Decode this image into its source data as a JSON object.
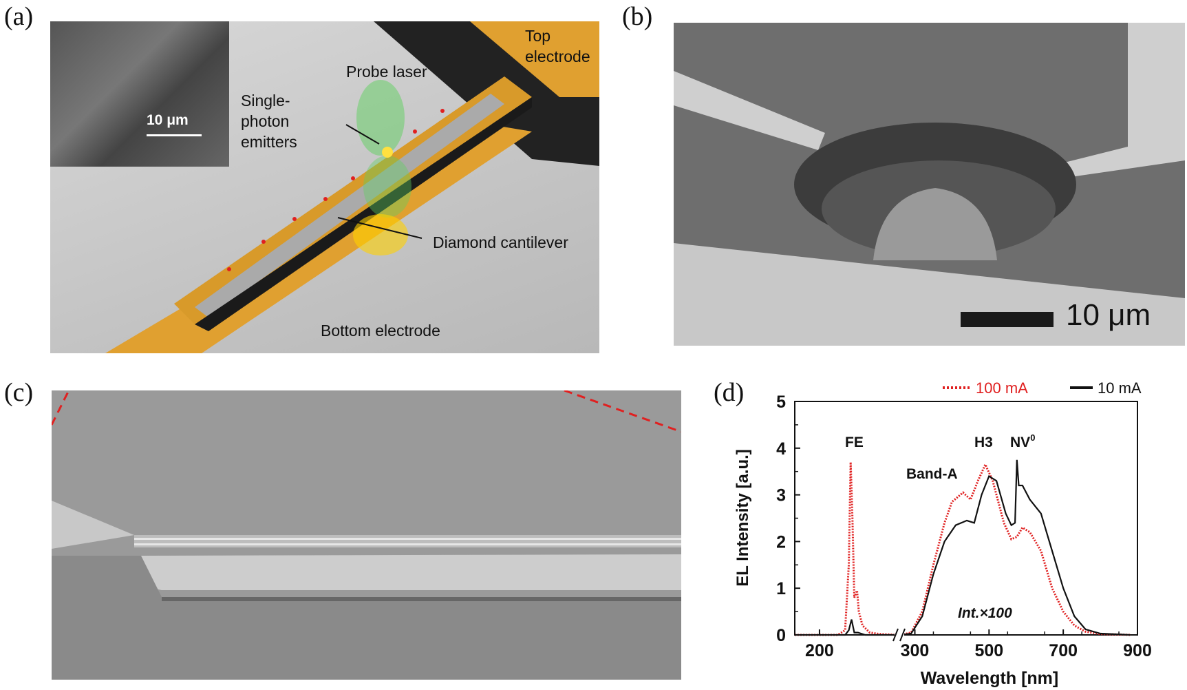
{
  "panels": {
    "a": {
      "label": "(a)",
      "inset_scale_bar": "10 μm",
      "annotations": {
        "top_electrode": "Top electrode",
        "probe_laser": "Probe laser",
        "single_photon_emitters": "Single-photon emitters",
        "diamond_cantilever": "Diamond cantilever",
        "bottom_electrode": "Bottom electrode"
      }
    },
    "b": {
      "label": "(b)",
      "scale_bar": "10 μm"
    },
    "c": {
      "label": "(c)"
    },
    "d": {
      "label": "(d)"
    }
  },
  "colors": {
    "red_series": "#e02020",
    "black_series": "#111111",
    "electrode_gold": "#e0a030"
  },
  "chart_data": {
    "type": "line",
    "xlabel": "Wavelength [nm]",
    "ylabel": "EL Intensity [a.u.]",
    "ylim": [
      0,
      5
    ],
    "yticks": [
      "0",
      "1",
      "2",
      "3",
      "4",
      "5"
    ],
    "x_axis_break": true,
    "x_segments": [
      [
        173,
        285
      ],
      [
        262,
        900
      ]
    ],
    "xticks_left": [
      "200"
    ],
    "xticks_right": [
      "300",
      "500",
      "700",
      "900"
    ],
    "legend": {
      "placement": "top-right",
      "entries": [
        "100 mA",
        "10 mA"
      ]
    },
    "annotations": {
      "fe": "FE",
      "band_a": "Band-A",
      "h3": "H3",
      "nv0": "NV",
      "nv0_sup": "0",
      "scale_note": "Int.×100"
    },
    "series": [
      {
        "name": "100 mA",
        "style": "dotted",
        "color": "#e02020",
        "left": [
          [
            173,
            0
          ],
          [
            220,
            0
          ],
          [
            228,
            0.1
          ],
          [
            232,
            1.5
          ],
          [
            234,
            3.7
          ],
          [
            236,
            2.5
          ],
          [
            238,
            0.8
          ],
          [
            241,
            0.95
          ],
          [
            243,
            0.5
          ],
          [
            247,
            0.2
          ],
          [
            255,
            0.05
          ],
          [
            265,
            0.02
          ],
          [
            285,
            0
          ]
        ],
        "right": [
          [
            262,
            0
          ],
          [
            290,
            0.05
          ],
          [
            320,
            0.5
          ],
          [
            350,
            1.5
          ],
          [
            380,
            2.4
          ],
          [
            400,
            2.85
          ],
          [
            430,
            3.05
          ],
          [
            450,
            2.9
          ],
          [
            470,
            3.3
          ],
          [
            490,
            3.65
          ],
          [
            510,
            3.3
          ],
          [
            540,
            2.4
          ],
          [
            560,
            2.05
          ],
          [
            575,
            2.1
          ],
          [
            590,
            2.3
          ],
          [
            610,
            2.2
          ],
          [
            640,
            1.8
          ],
          [
            670,
            1.0
          ],
          [
            700,
            0.5
          ],
          [
            730,
            0.2
          ],
          [
            760,
            0.07
          ],
          [
            800,
            0.02
          ],
          [
            880,
            0
          ]
        ]
      },
      {
        "name": "10 mA",
        "style": "solid",
        "color": "#111111",
        "left": [
          [
            173,
            0
          ],
          [
            228,
            0
          ],
          [
            232,
            0.1
          ],
          [
            235,
            0.33
          ],
          [
            238,
            0.05
          ],
          [
            242,
            0.05
          ],
          [
            250,
            0
          ],
          [
            285,
            0
          ]
        ],
        "right": [
          [
            262,
            0
          ],
          [
            290,
            0.03
          ],
          [
            320,
            0.4
          ],
          [
            350,
            1.3
          ],
          [
            380,
            2.0
          ],
          [
            410,
            2.35
          ],
          [
            440,
            2.45
          ],
          [
            460,
            2.4
          ],
          [
            480,
            3.0
          ],
          [
            500,
            3.4
          ],
          [
            520,
            3.3
          ],
          [
            545,
            2.6
          ],
          [
            560,
            2.35
          ],
          [
            570,
            2.4
          ],
          [
            575,
            3.75
          ],
          [
            580,
            3.2
          ],
          [
            590,
            3.2
          ],
          [
            610,
            2.9
          ],
          [
            640,
            2.6
          ],
          [
            670,
            1.8
          ],
          [
            700,
            1.0
          ],
          [
            730,
            0.4
          ],
          [
            760,
            0.12
          ],
          [
            800,
            0.03
          ],
          [
            880,
            0
          ]
        ]
      }
    ]
  }
}
